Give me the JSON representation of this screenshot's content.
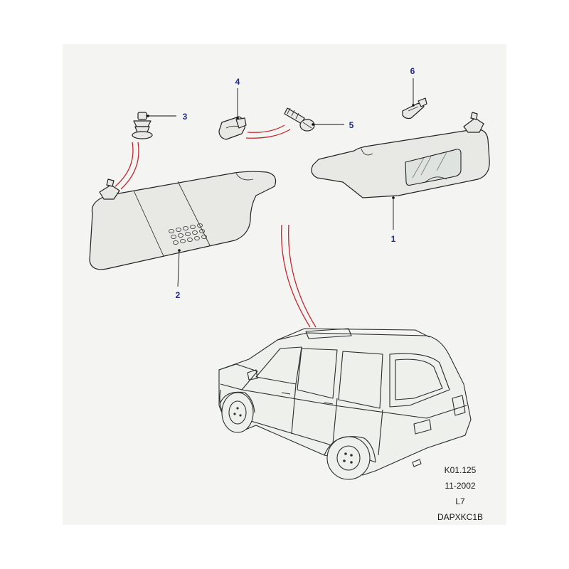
{
  "callouts": [
    "1",
    "2",
    "3",
    "4",
    "5",
    "6"
  ],
  "meta": {
    "ref": "K01.125",
    "date": "11-2002",
    "code": "L7",
    "id": "DAPXKC1B"
  },
  "colors": {
    "callout_text": "#1f2a8c",
    "connector_lines": "#c0282d",
    "background_panel": "#f4f5f2"
  }
}
